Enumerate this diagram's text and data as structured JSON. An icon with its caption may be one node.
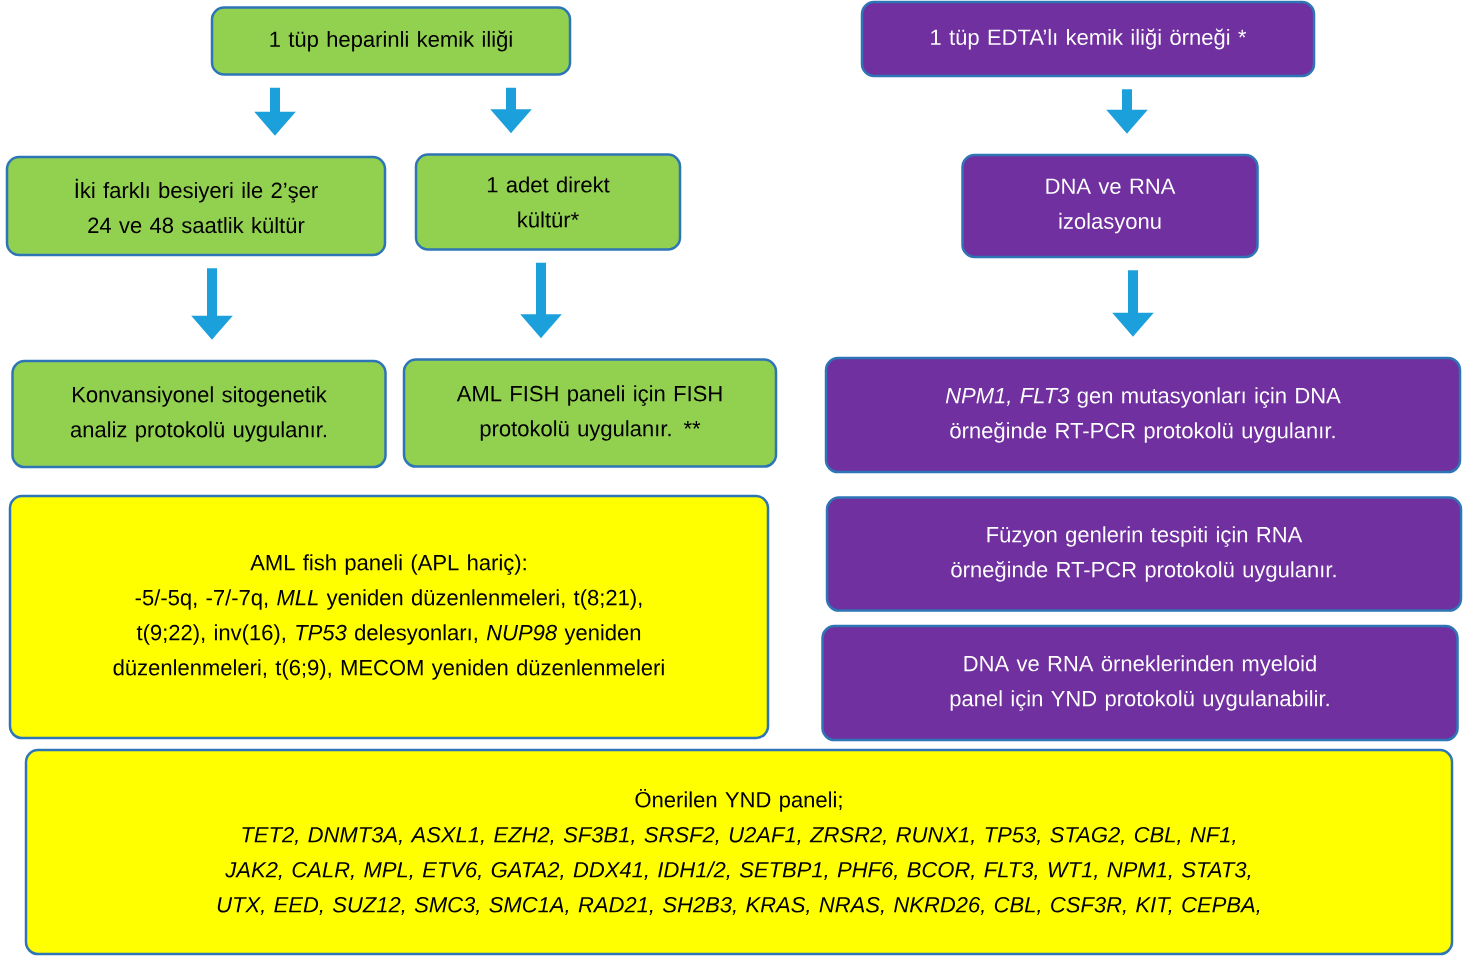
{
  "diagram": {
    "nodes": [
      {
        "text": [
          "1 tüp heparinli kemik iliği"
        ]
      },
      {
        "text": [
          "İki farklı besiyeri ile 2’şer 24 ve 48 saatlik kültür"
        ]
      },
      {
        "text": [
          "1 adet direkt kültür*"
        ]
      },
      {
        "text": [
          "Konvansiyonel sitogenetik analiz protokolü uygulanır."
        ]
      },
      {
        "text": [
          "AML FISH paneli  için FISH protokolü uygulanır.  **"
        ]
      },
      {
        "text": [
          "AML fish paneli (APL hariç):",
          "-5/-5q, -7/-7q, *MLL* yeniden düzenlenmeleri, t(8;21), t(9;22), inv(16), *TP53* delesyonları, *NUP98* yeniden düzenlenmeleri, t(6;9), MECOM yeniden düzenlenmeleri"
        ]
      },
      {
        "text": [
          "1 tüp EDTA’lı kemik iliği örneği *"
        ]
      },
      {
        "text": [
          "DNA ve RNA izolasyonu"
        ]
      },
      {
        "text": [
          "*NPM1, FLT3* gen mutasyonları için DNA örneğinde RT-PCR protokolü uygulanır."
        ]
      },
      {
        "text": [
          "Füzyon genlerin tespiti için RNA örneğinde RT-PCR protokolü uygulanır."
        ]
      },
      {
        "text": [
          "DNA ve RNA örneklerinden myeloid panel için YND protokolü uygulanabilir."
        ]
      },
      {
        "text": [
          "Önerilen YND paneli;",
          "TET2, DNMT3A, ASXL1, EZH2, SF3B1, SRSF2, U2AF1, ZRSR2, RUNX1, TP53, STAG2, CBL, NF1, JAK2, CALR, MPL, ETV6, GATA2, DDX41, IDH1/2, SETBP1, PHF6, BCOR, FLT3, WT1, NPM1, STAT3, UTX, EED, SUZ12, SMC3, SMC1A, RAD21, SH2B3, KRAS, NRAS, NKRD26, CBL, CSF3R, KIT, CEPBA,"
        ]
      }
    ],
    "edges": [
      {
        "from": 0,
        "to": 1,
        "arrow": "to"
      },
      {
        "from": 0,
        "to": 2,
        "arrow": "to"
      },
      {
        "from": 1,
        "to": 3,
        "arrow": "to"
      },
      {
        "from": 2,
        "to": 4,
        "arrow": "to"
      },
      {
        "from": 6,
        "to": 7,
        "arrow": "to"
      },
      {
        "from": 7,
        "to": 8,
        "arrow": "to"
      }
    ]
  }
}
